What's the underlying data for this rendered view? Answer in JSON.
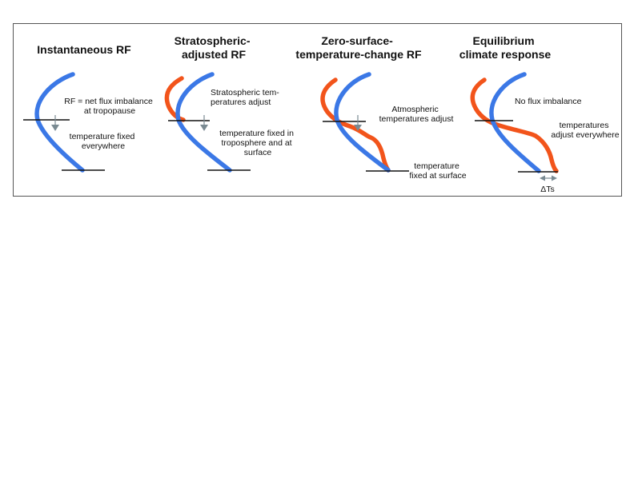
{
  "panels": [
    {
      "title_lines": [
        "Instantaneous RF"
      ],
      "notes": [
        {
          "lines": [
            "RF = net flux imbalance",
            "at tropopause"
          ]
        },
        {
          "lines": [
            "temperature fixed",
            "everywhere"
          ]
        }
      ]
    },
    {
      "title_lines": [
        "Stratospheric-",
        "adjusted RF"
      ],
      "notes": [
        {
          "lines": [
            "Stratospheric tem-",
            "peratures adjust"
          ]
        },
        {
          "lines": [
            "temperature fixed in",
            "troposphere and at",
            "surface"
          ]
        }
      ]
    },
    {
      "title_lines": [
        "Zero-surface-",
        "temperature-change RF"
      ],
      "notes": [
        {
          "lines": [
            "Atmospheric",
            "temperatures adjust"
          ]
        },
        {
          "lines": [
            "temperature",
            "fixed at surface"
          ]
        }
      ]
    },
    {
      "title_lines": [
        "Equilibrium",
        "climate response"
      ],
      "notes": [
        {
          "lines": [
            "No flux imbalance"
          ]
        },
        {
          "lines": [
            "temperatures",
            "adjust everywhere"
          ]
        },
        {
          "lines": [
            "ΔTs"
          ]
        }
      ]
    }
  ],
  "colors": {
    "unperturbed_profile": "#3b78e6",
    "adjusted_profile": "#f2541b",
    "arrow": "#7a8a92",
    "border": "#555555"
  }
}
